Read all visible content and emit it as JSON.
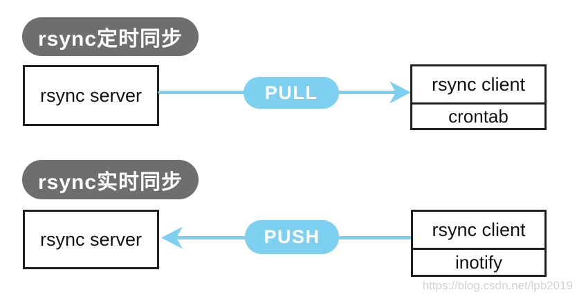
{
  "page": {
    "watermark": "https://blog.csdn.net/lpb2019"
  },
  "colors": {
    "label_pill_gray": "#6e6e6e",
    "action_blue": "#7dd0ef",
    "box_border": "#1f1f1f",
    "watermark_gray": "#d2d2d2"
  },
  "sections": [
    {
      "label": "rsync定时同步",
      "server": "rsync server",
      "action": "PULL",
      "direction": "right",
      "client": "rsync client",
      "client_agent": "crontab"
    },
    {
      "label": "rsync实时同步",
      "server": "rsync server",
      "action": "PUSH",
      "direction": "left",
      "client": "rsync client",
      "client_agent": "inotify"
    }
  ]
}
